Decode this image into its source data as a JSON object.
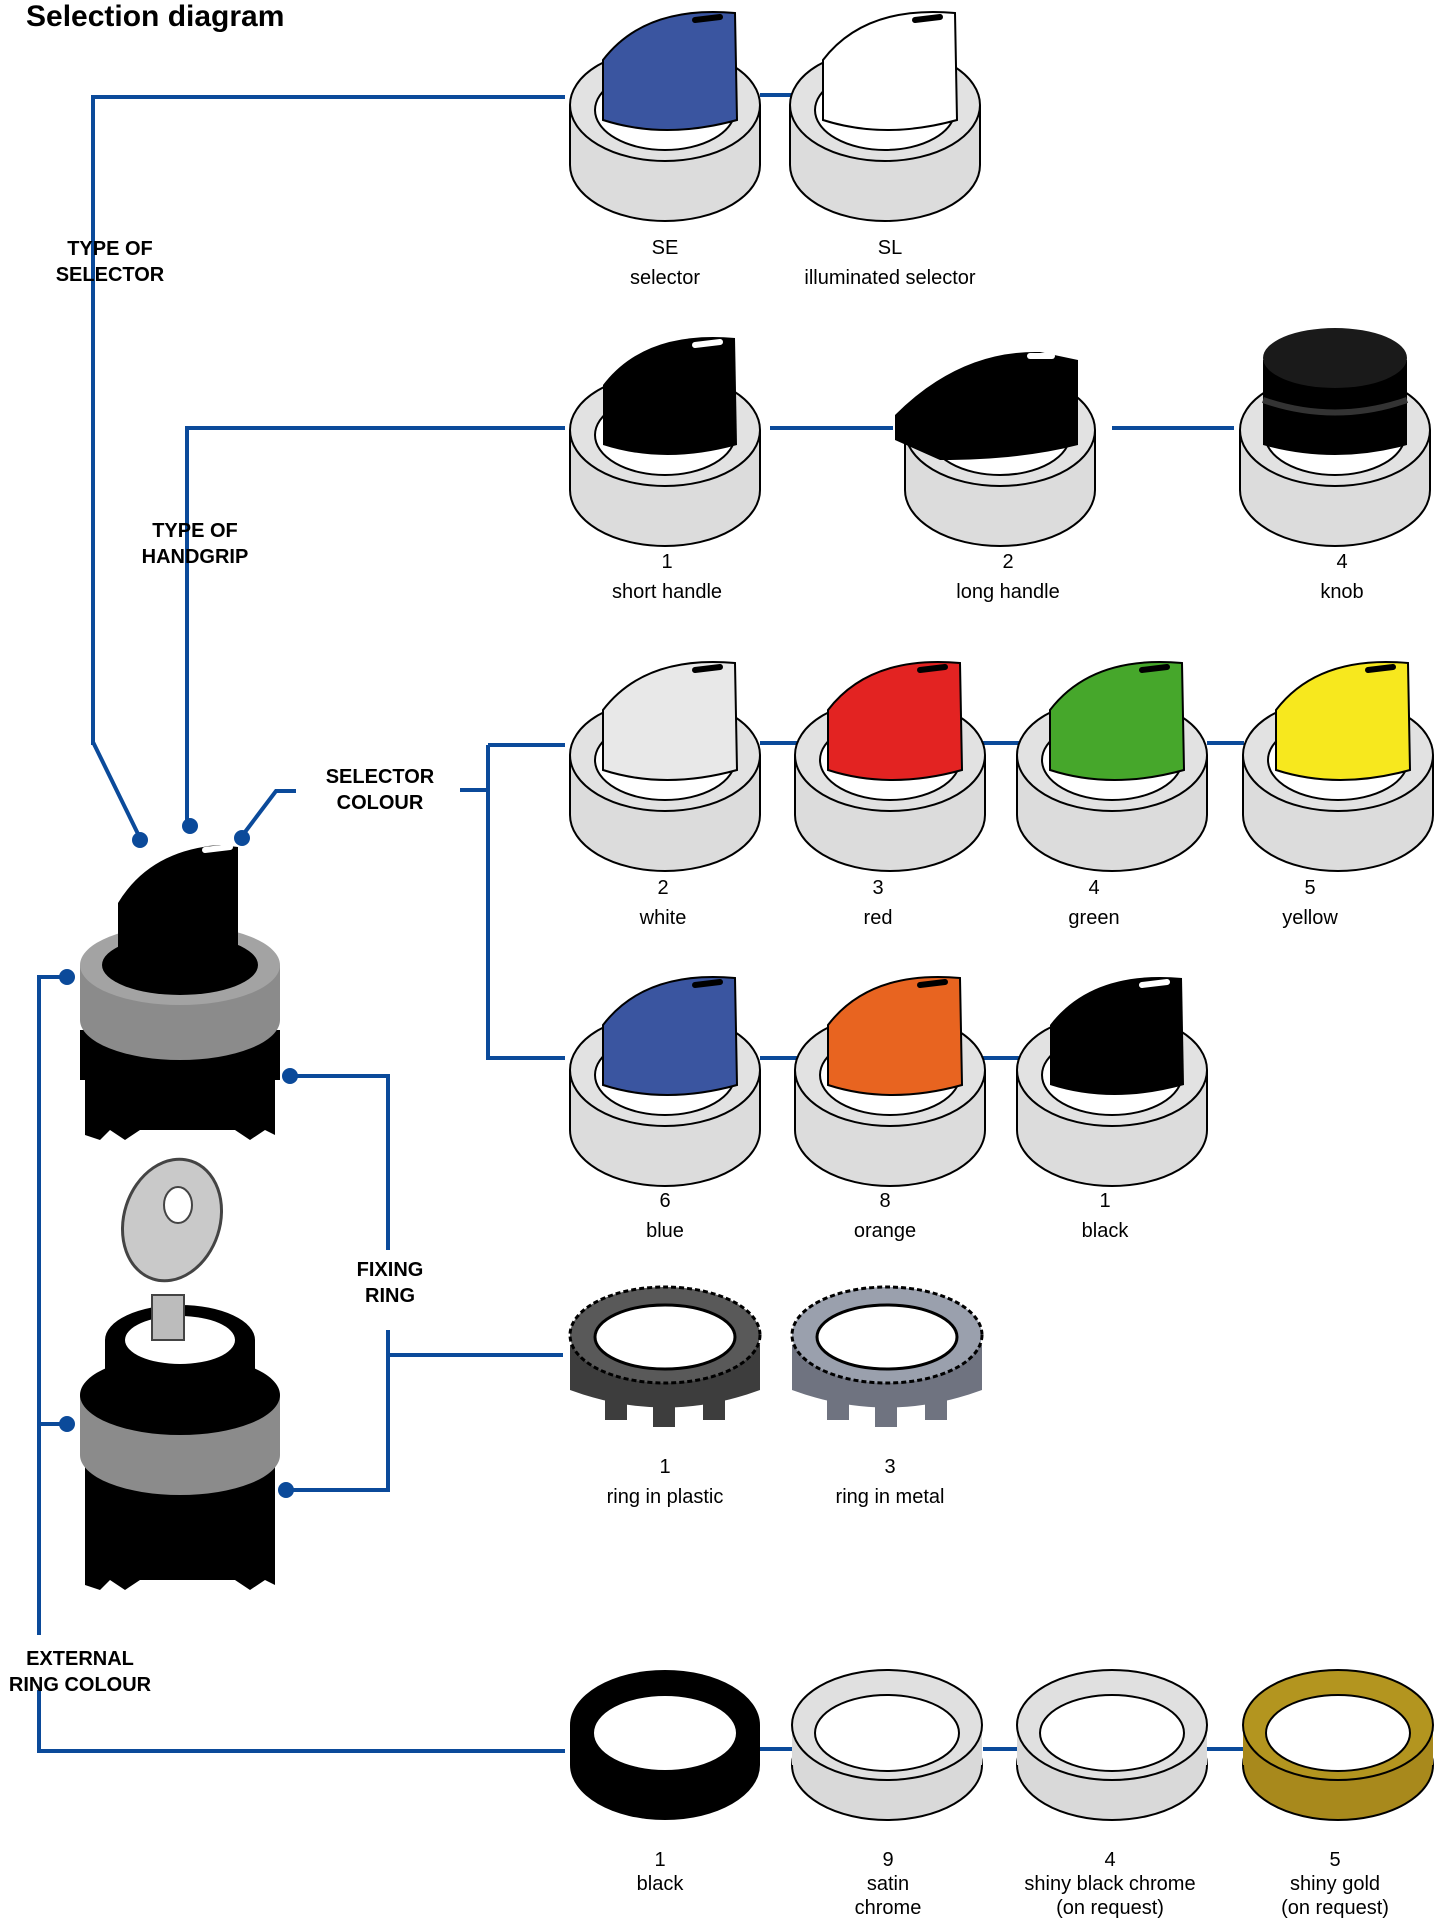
{
  "title": "Selection diagram",
  "colors": {
    "line": "#0b4a9a",
    "ring": "#dcdcdc",
    "black": "#000000",
    "white": "#ffffff",
    "red": "#e32322",
    "green": "#46a72b",
    "yellow": "#f7e81e",
    "blue": "#3a55a0",
    "orange": "#e86420",
    "light": "#e8e8e8",
    "gold": "#a8891c",
    "silver": "#d9d9d9",
    "plastic": "#4a4a4a",
    "metal": "#7b7f8a"
  },
  "categories": {
    "type_of_selector": [
      "TYPE OF",
      "SELECTOR"
    ],
    "type_of_handgrip": [
      "TYPE OF",
      "HANDGRIP"
    ],
    "selector_colour": [
      "SELECTOR",
      "COLOUR"
    ],
    "fixing_ring": [
      "FIXING",
      "RING"
    ],
    "external_ring_colour": [
      "EXTERNAL",
      "RING COLOUR"
    ]
  },
  "options": {
    "selector_type": [
      {
        "code": "SE",
        "name": "selector",
        "color": "blue"
      },
      {
        "code": "SL",
        "name": "illuminated selector",
        "color": "white"
      }
    ],
    "handgrip": [
      {
        "code": "1",
        "name": "short handle"
      },
      {
        "code": "2",
        "name": "long handle"
      },
      {
        "code": "4",
        "name": "knob"
      }
    ],
    "selector_colour_row1": [
      {
        "code": "2",
        "name": "white",
        "color": "light"
      },
      {
        "code": "3",
        "name": "red",
        "color": "red"
      },
      {
        "code": "4",
        "name": "green",
        "color": "green"
      },
      {
        "code": "5",
        "name": "yellow",
        "color": "yellow"
      }
    ],
    "selector_colour_row2": [
      {
        "code": "6",
        "name": "blue",
        "color": "blue"
      },
      {
        "code": "8",
        "name": "orange",
        "color": "orange"
      },
      {
        "code": "1",
        "name": "black",
        "color": "black"
      }
    ],
    "fixing_ring": [
      {
        "code": "1",
        "name": "ring in plastic",
        "color": "plastic"
      },
      {
        "code": "3",
        "name": "ring in metal",
        "color": "metal"
      }
    ],
    "external_ring": [
      {
        "code": "1",
        "name": [
          "black"
        ],
        "color": "black"
      },
      {
        "code": "9",
        "name": [
          "satin",
          "chrome"
        ],
        "color": "silver"
      },
      {
        "code": "4",
        "name": [
          "shiny black chrome",
          "(on request)"
        ],
        "color": "silver"
      },
      {
        "code": "5",
        "name": [
          "shiny gold",
          "(on request)"
        ],
        "color": "gold"
      }
    ]
  }
}
